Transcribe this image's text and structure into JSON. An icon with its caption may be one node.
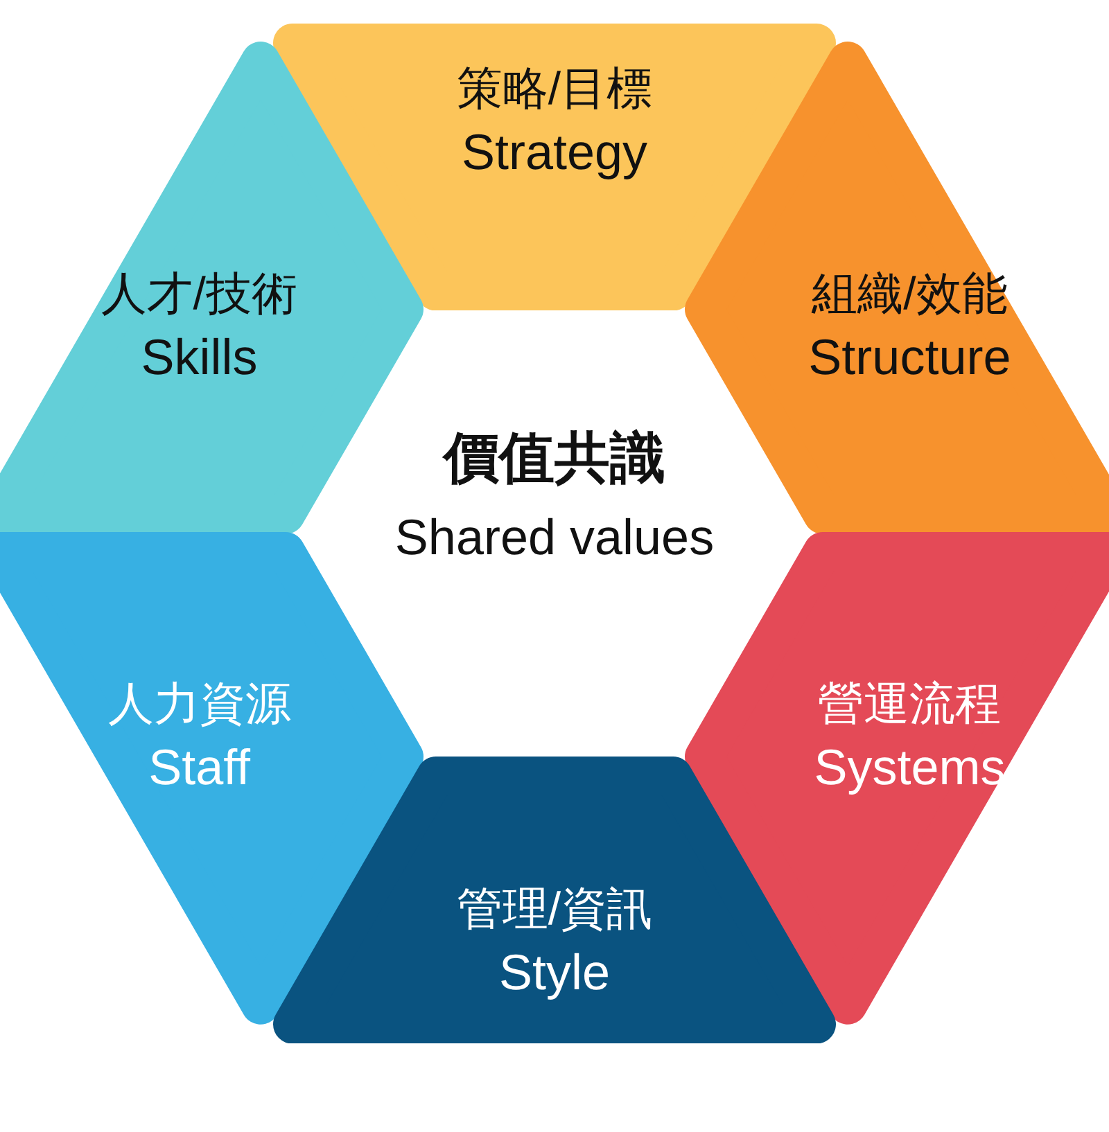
{
  "diagram": {
    "nodes": [
      {
        "text": [
          "策略/目標",
          "Strategy"
        ]
      },
      {
        "text": [
          "人才/技術",
          "Skills"
        ]
      },
      {
        "text": [
          "組織/效能",
          "Structure"
        ]
      },
      {
        "text": [
          "人力資源",
          "Staff"
        ]
      },
      {
        "text": [
          "營運流程",
          "Systems"
        ]
      },
      {
        "text": [
          "管理/資訊",
          "Style"
        ]
      }
    ],
    "labels": [
      "價值共識",
      "Shared values"
    ]
  }
}
